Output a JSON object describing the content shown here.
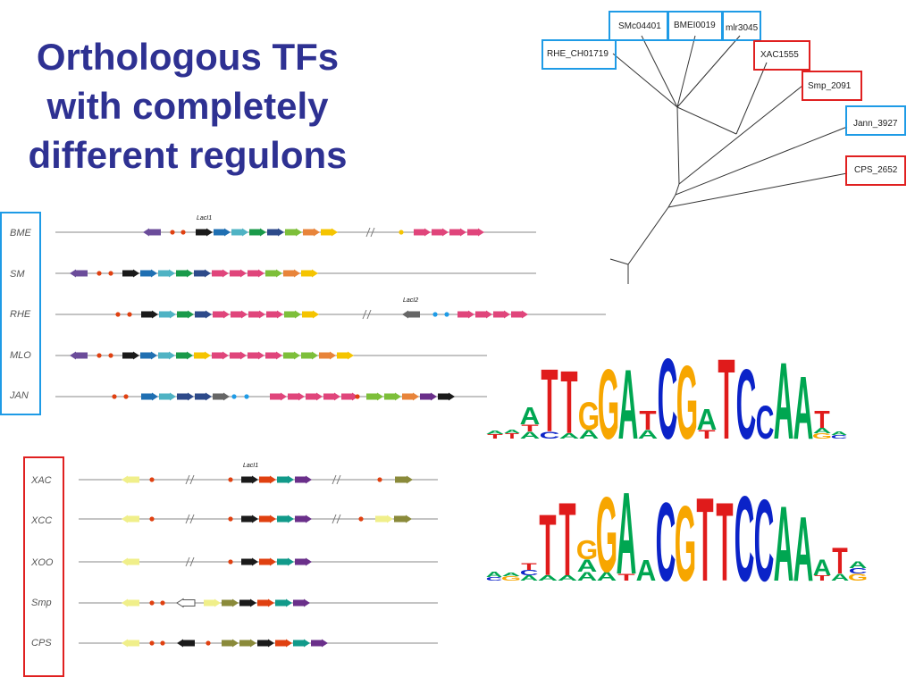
{
  "title": {
    "lines": [
      "Orthologous TFs",
      "with completely",
      "different regulons"
    ]
  },
  "colors": {
    "title": "#2e3192",
    "blue_frame": "#1e9be6",
    "red_frame": "#e02020",
    "A": "#00a651",
    "C": "#0b23c8",
    "G": "#f7a600",
    "T": "#e01b1b"
  },
  "tree": {
    "leaves": [
      {
        "label": "SMc04401",
        "group": "blue"
      },
      {
        "label": "BMEI0019",
        "group": "blue"
      },
      {
        "label": "mlr3045",
        "group": "blue"
      },
      {
        "label": "RHE_CH01719",
        "group": "blue"
      },
      {
        "label": "XAC1555",
        "group": "red"
      },
      {
        "label": "Smp_2091",
        "group": "red"
      },
      {
        "label": "Jann_3927",
        "group": "blue"
      },
      {
        "label": "CPS_2652",
        "group": "red"
      }
    ]
  },
  "regulons_blue": {
    "organisms": [
      "BME",
      "SM",
      "RHE",
      "MLO",
      "JAN"
    ],
    "gene_labels": [
      "LacI1",
      "LacI2"
    ]
  },
  "regulons_red": {
    "organisms": [
      "XAC",
      "XCC",
      "XOO",
      "Smp",
      "CPS"
    ],
    "gene_labels": [
      "LacI1"
    ]
  },
  "motif_logos": [
    {
      "consensus": [
        "A",
        "T",
        "T",
        "G",
        "G",
        "A",
        "T",
        "C",
        "G",
        "A",
        "T",
        "C",
        "C",
        "A",
        "A",
        "T"
      ]
    },
    {
      "consensus": [
        "A",
        "T",
        "T",
        "G",
        "G",
        "A",
        "A",
        "C",
        "G",
        "T",
        "T",
        "C",
        "C",
        "A",
        "A",
        "A",
        "T",
        "A"
      ]
    }
  ]
}
